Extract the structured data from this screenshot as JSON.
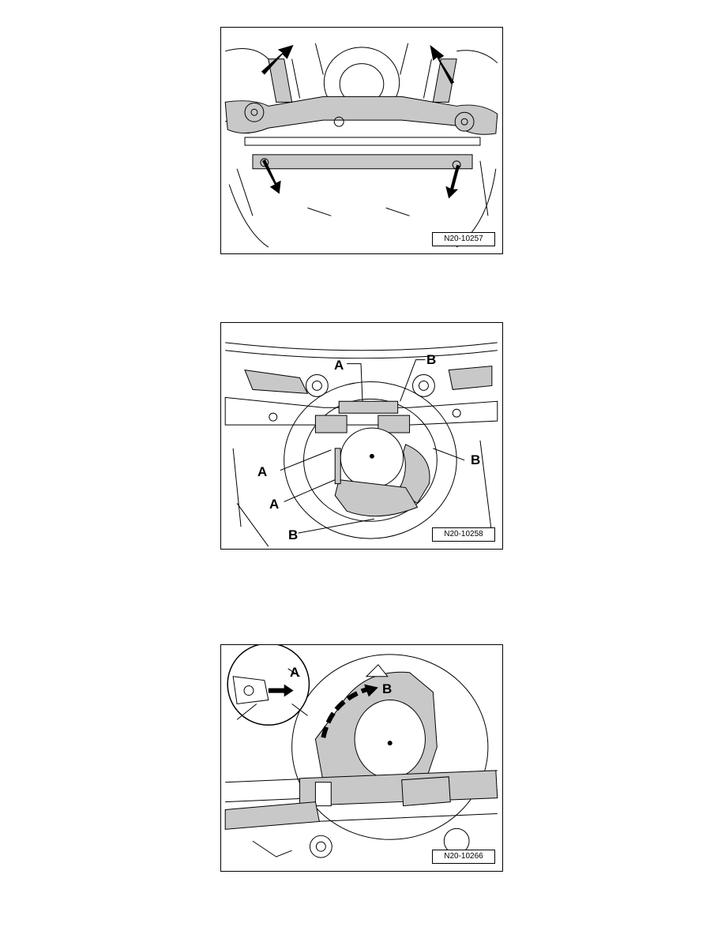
{
  "figures": [
    {
      "code": "N20-10257",
      "labels": []
    },
    {
      "code": "N20-10258",
      "labels": [
        "A",
        "B",
        "B",
        "A",
        "A",
        "B"
      ]
    },
    {
      "code": "N20-10266",
      "labels": [
        "A",
        "B"
      ]
    }
  ],
  "colors": {
    "line": "#000000",
    "fill": "#c8c8c8",
    "paper": "#ffffff"
  }
}
